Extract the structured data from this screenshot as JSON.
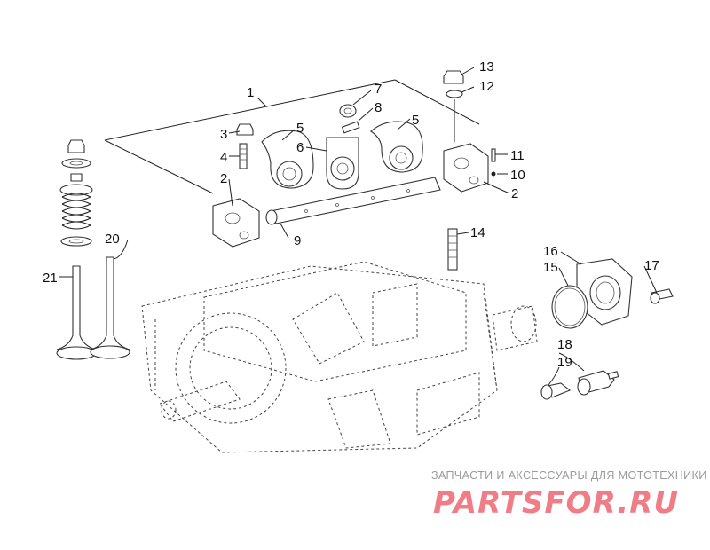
{
  "callouts": {
    "c1": "1",
    "c2a": "2",
    "c2b": "2",
    "c3": "3",
    "c4": "4",
    "c5a": "5",
    "c5b": "5",
    "c6": "6",
    "c7": "7",
    "c8": "8",
    "c9": "9",
    "c10": "10",
    "c11": "11",
    "c12": "12",
    "c13": "13",
    "c14": "14",
    "c15": "15",
    "c16": "16",
    "c17": "17",
    "c18": "18",
    "c19": "19",
    "c20": "20",
    "c21": "21"
  },
  "watermark": {
    "tagline": "ЗАПЧАСТИ И АКСЕССУАРЫ ДЛЯ МОТОТЕХНИКИ",
    "logo": "PARTSFOR.RU"
  },
  "colors": {
    "line": "#222222",
    "watermark_text": "#9b9b9b",
    "watermark_logo": "#f07c86"
  }
}
